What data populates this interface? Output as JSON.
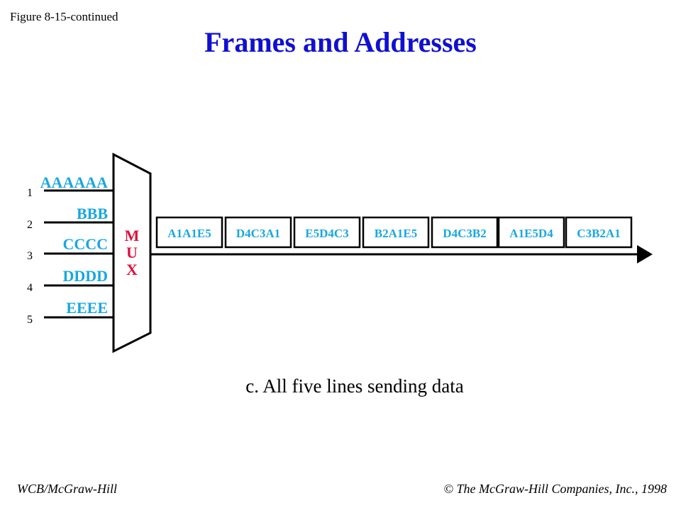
{
  "figure_label": "Figure 8-15-continued",
  "title": "Frames and Addresses",
  "colors": {
    "title": "#1010d0",
    "data": "#18a7e0",
    "mux": "#e0103a"
  },
  "inputs": [
    {
      "number": "1",
      "data": "AAAAAA"
    },
    {
      "number": "2",
      "data": "BBB"
    },
    {
      "number": "3",
      "data": "CCCC"
    },
    {
      "number": "4",
      "data": "DDDD"
    },
    {
      "number": "5",
      "data": "EEEE"
    }
  ],
  "mux_letters": [
    "M",
    "U",
    "X"
  ],
  "frames": [
    "A1A1E5",
    "D4C3A1",
    "E5D4C3",
    "B2A1E5",
    "D4C3B2",
    "A1E5D4",
    "C3B2A1"
  ],
  "caption": "c. All five lines sending data",
  "footer": {
    "left": "WCB/McGraw-Hill",
    "right": "© The McGraw-Hill Companies, Inc., 1998"
  }
}
